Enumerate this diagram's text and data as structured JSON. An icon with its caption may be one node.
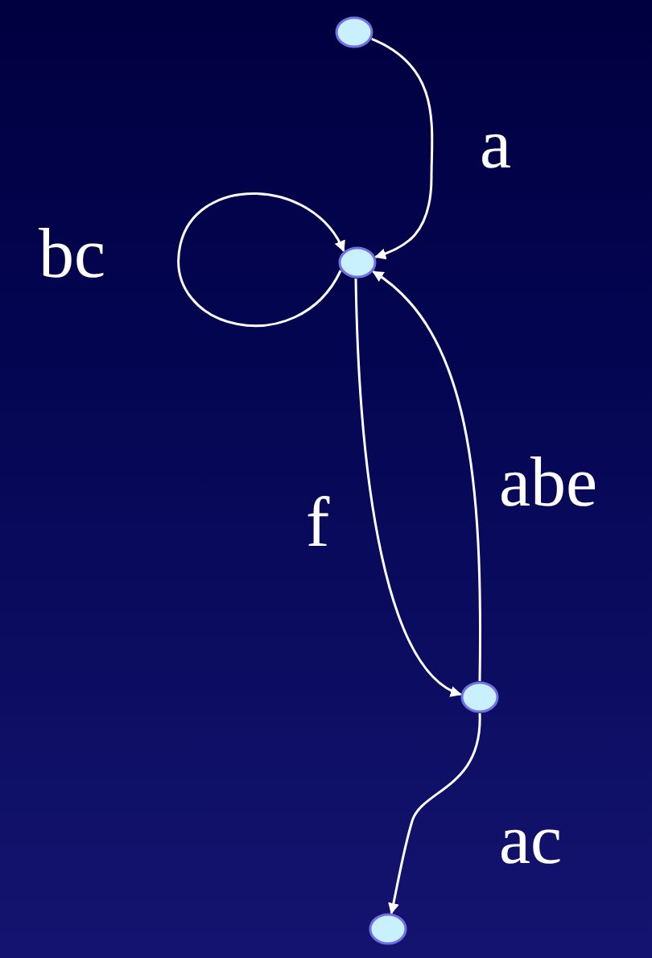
{
  "diagram": {
    "nodes": [
      {
        "text": [],
        "shape": "circle"
      },
      {
        "text": [],
        "shape": "circle"
      },
      {
        "text": [],
        "shape": "circle"
      },
      {
        "text": [],
        "shape": "circle"
      }
    ],
    "edges": [
      {
        "from": 0,
        "to": 1,
        "arrow": "to",
        "label": "a"
      },
      {
        "from": 1,
        "to": 1,
        "arrow": "to",
        "label": "bc"
      },
      {
        "from": 1,
        "to": 2,
        "arrow": "to",
        "label": "f"
      },
      {
        "from": 2,
        "to": 1,
        "arrow": "to",
        "label": "abe"
      },
      {
        "from": 2,
        "to": 3,
        "arrow": "to",
        "label": "ac"
      }
    ]
  }
}
